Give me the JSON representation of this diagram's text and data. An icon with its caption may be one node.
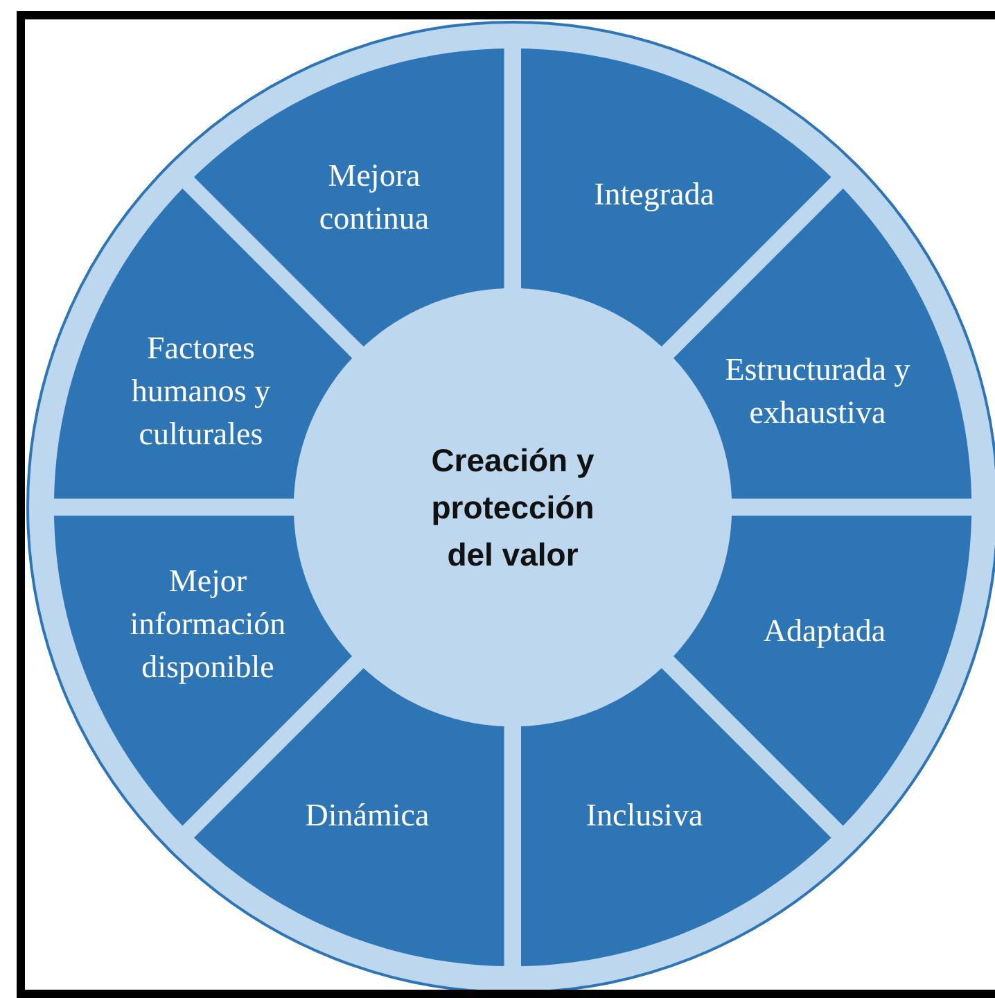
{
  "diagram": {
    "nodes": [
      {
        "text": [
          "Creación y protección del valor"
        ]
      },
      {
        "text": [
          "Integrada"
        ]
      },
      {
        "text": [
          "Estructurada y exhaustiva"
        ]
      },
      {
        "text": [
          "Adaptada"
        ]
      },
      {
        "text": [
          "Inclusiva"
        ]
      },
      {
        "text": [
          "Dinámica"
        ]
      },
      {
        "text": [
          "Mejor información disponible"
        ]
      },
      {
        "text": [
          "Factores humanos y culturales"
        ]
      },
      {
        "text": [
          "Mejora continua"
        ]
      }
    ]
  }
}
